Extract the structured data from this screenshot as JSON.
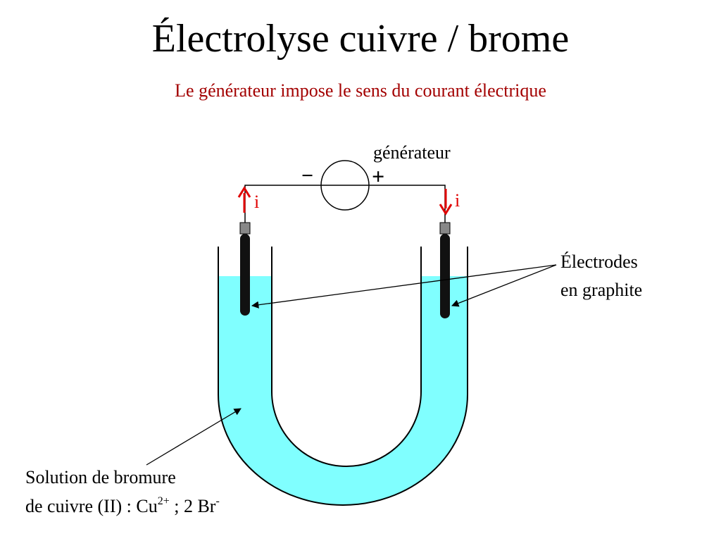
{
  "title": "Électrolyse cuivre / brome",
  "subtitle": "Le générateur impose le sens du courant électrique",
  "diagram": {
    "generator_label": "générateur",
    "minus_sign": "−",
    "plus_sign": "+",
    "current_left": "i",
    "current_right": "i",
    "electrodes_label": {
      "line1": "Électrodes",
      "line2": "en graphite"
    },
    "solution_label": {
      "line1": "Solution de bromure",
      "line2_prefix": "de cuivre (II)  : Cu",
      "cu_charge": "2+",
      "line2_mid": " ; 2 Br",
      "br_charge": "-"
    },
    "colors": {
      "solution": "#80FFFF",
      "current_arrow": "#E00000",
      "subtitle": "#A30000",
      "electrode": "#111111",
      "electrode_cap": "#888888"
    }
  }
}
